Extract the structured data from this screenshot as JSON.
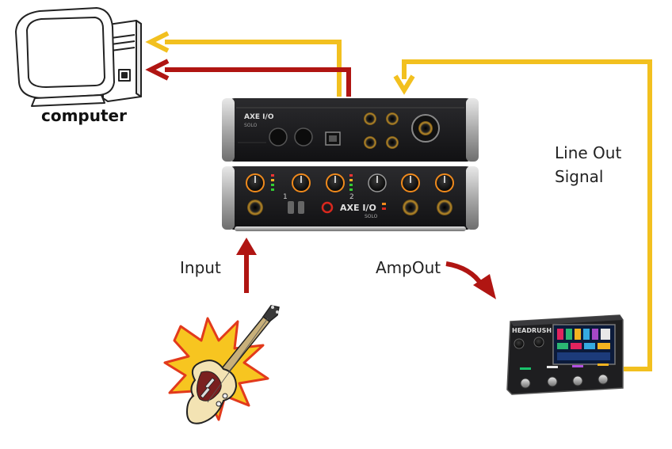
{
  "labels": {
    "computer": "computer",
    "line_out_1": "Line Out",
    "line_out_2": "Signal",
    "input": "Input",
    "amp_out": "AmpOut"
  },
  "interface": {
    "brand": "AXE I/O",
    "model": "SOLO",
    "ch1": "1",
    "ch2": "2"
  },
  "pedal": {
    "brand": "HEADRUSH"
  },
  "colors": {
    "yellow_arrow": "#f2c01f",
    "red_arrow": "#b01512",
    "device_body": "#1e1e20",
    "knob_ring": "#f08a1c",
    "tuner_red": "#d8281e",
    "screen_bg": "#0b1a3a",
    "guitar_body": "#f3e3b3",
    "explosion_fill": "#f7c520",
    "explosion_outline": "#e23a1c"
  }
}
